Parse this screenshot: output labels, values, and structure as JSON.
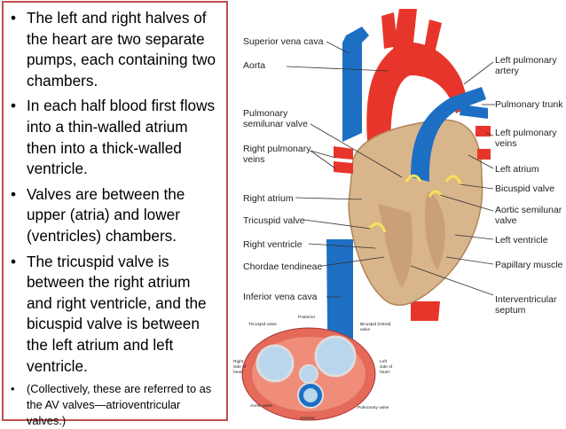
{
  "bullets": [
    "The left and right halves of the heart are two separate pumps, each containing two chambers.",
    "In each half blood first flows into a thin-walled atrium then into a thick-walled ventricle.",
    "Valves are between the upper (atria) and lower (ventricles) chambers.",
    "The tricuspid valve is between the right atrium and right ventricle, and the bicuspid valve is between the left atrium and left ventricle.",
    "(Collectively, these are referred to as the AV valves—atrioventricular valves.)"
  ],
  "bullet_symbol": "•",
  "colors": {
    "border": "#c0504d",
    "artery_red": "#e8352b",
    "vein_blue": "#1d6fc4",
    "muscle": "#d9b58c",
    "valve_yellow": "#f7e25a"
  },
  "labels_left": {
    "superior_vena_cava": "Superior vena cava",
    "aorta": "Aorta",
    "pulmonary_semilunar_valve": [
      "Pulmonary",
      "semilunar valve"
    ],
    "right_pulmonary_veins": [
      "Right pulmonary",
      "veins"
    ],
    "right_atrium": "Right atrium",
    "tricuspid_valve": "Tricuspid valve",
    "right_ventricle": "Right ventricle",
    "chordae_tendineae": "Chordae tendineae",
    "inferior_vena_cava": "Inferior vena cava"
  },
  "labels_right": {
    "left_pulmonary_artery": [
      "Left pulmonary",
      "artery"
    ],
    "pulmonary_trunk": "Pulmonary trunk",
    "left_pulmonary_veins": [
      "Left pulmonary",
      "veins"
    ],
    "left_atrium": "Left atrium",
    "bicuspid_valve": "Bicuspid valve",
    "aortic_semilunar_valve": [
      "Aortic semilunar",
      "valve"
    ],
    "left_ventricle": "Left ventricle",
    "papillary_muscle": "Papillary muscle",
    "interventricular_septum": [
      "Interventricular",
      "septum"
    ]
  },
  "inset": {
    "posterior": "Posterior",
    "anterior": "Anterior",
    "tricuspid_valve": "Tricuspid valve",
    "bicuspid_valve": [
      "Bicuspid (mitral)",
      "valve"
    ],
    "right_side": [
      "Right",
      "side of",
      "heart"
    ],
    "left_side": [
      "Left",
      "side of",
      "heart"
    ],
    "aortic_valve": "Aortic valve",
    "pulmonary_valve": "Pulmonary valve"
  }
}
